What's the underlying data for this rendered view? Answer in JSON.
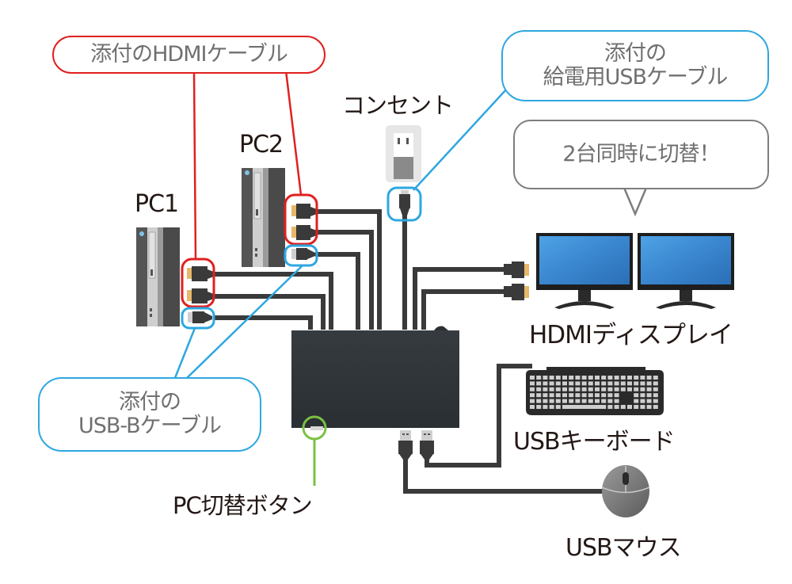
{
  "title": "2台同時に切替 KVM接続図",
  "colors": {
    "hdmi_callout": "#e0201f",
    "usb_callout": "#2ea7e0",
    "button_callout": "#7ac143",
    "neutral_callout": "#7d7d7d",
    "cable": "#3a3a3a",
    "switch_body": "#2f3439",
    "connector_gold": "#e8b86a",
    "screen_blue": "#3e8fd6"
  },
  "callouts": {
    "hdmi_cable": {
      "text": "添付のHDMIケーブル"
    },
    "power_usb_cable": {
      "line1": "添付の",
      "line2": "給電用USBケーブル"
    },
    "dual_switch": {
      "text": "2台同時に切替！"
    },
    "usb_b_cable": {
      "line1": "添付の",
      "line2": "USB-Bケーブル"
    }
  },
  "labels": {
    "pc1": "PC1",
    "pc2": "PC2",
    "outlet": "コンセント",
    "hdmi_display": "HDMIディスプレイ",
    "usb_keyboard": "USBキーボード",
    "usb_mouse": "USBマウス",
    "pc_switch_button": "PC切替ボタン"
  },
  "devices": [
    {
      "id": "pc1",
      "type": "desktop-pc",
      "ports": [
        "HDMI",
        "HDMI",
        "USB-B"
      ]
    },
    {
      "id": "pc2",
      "type": "desktop-pc",
      "ports": [
        "HDMI",
        "HDMI",
        "USB-B"
      ]
    },
    {
      "id": "outlet",
      "type": "usb-power-adapter"
    },
    {
      "id": "kvm-switch",
      "type": "kvm-switch"
    },
    {
      "id": "display-1",
      "type": "hdmi-monitor"
    },
    {
      "id": "display-2",
      "type": "hdmi-monitor"
    },
    {
      "id": "keyboard",
      "type": "usb-keyboard"
    },
    {
      "id": "mouse",
      "type": "usb-mouse"
    }
  ]
}
